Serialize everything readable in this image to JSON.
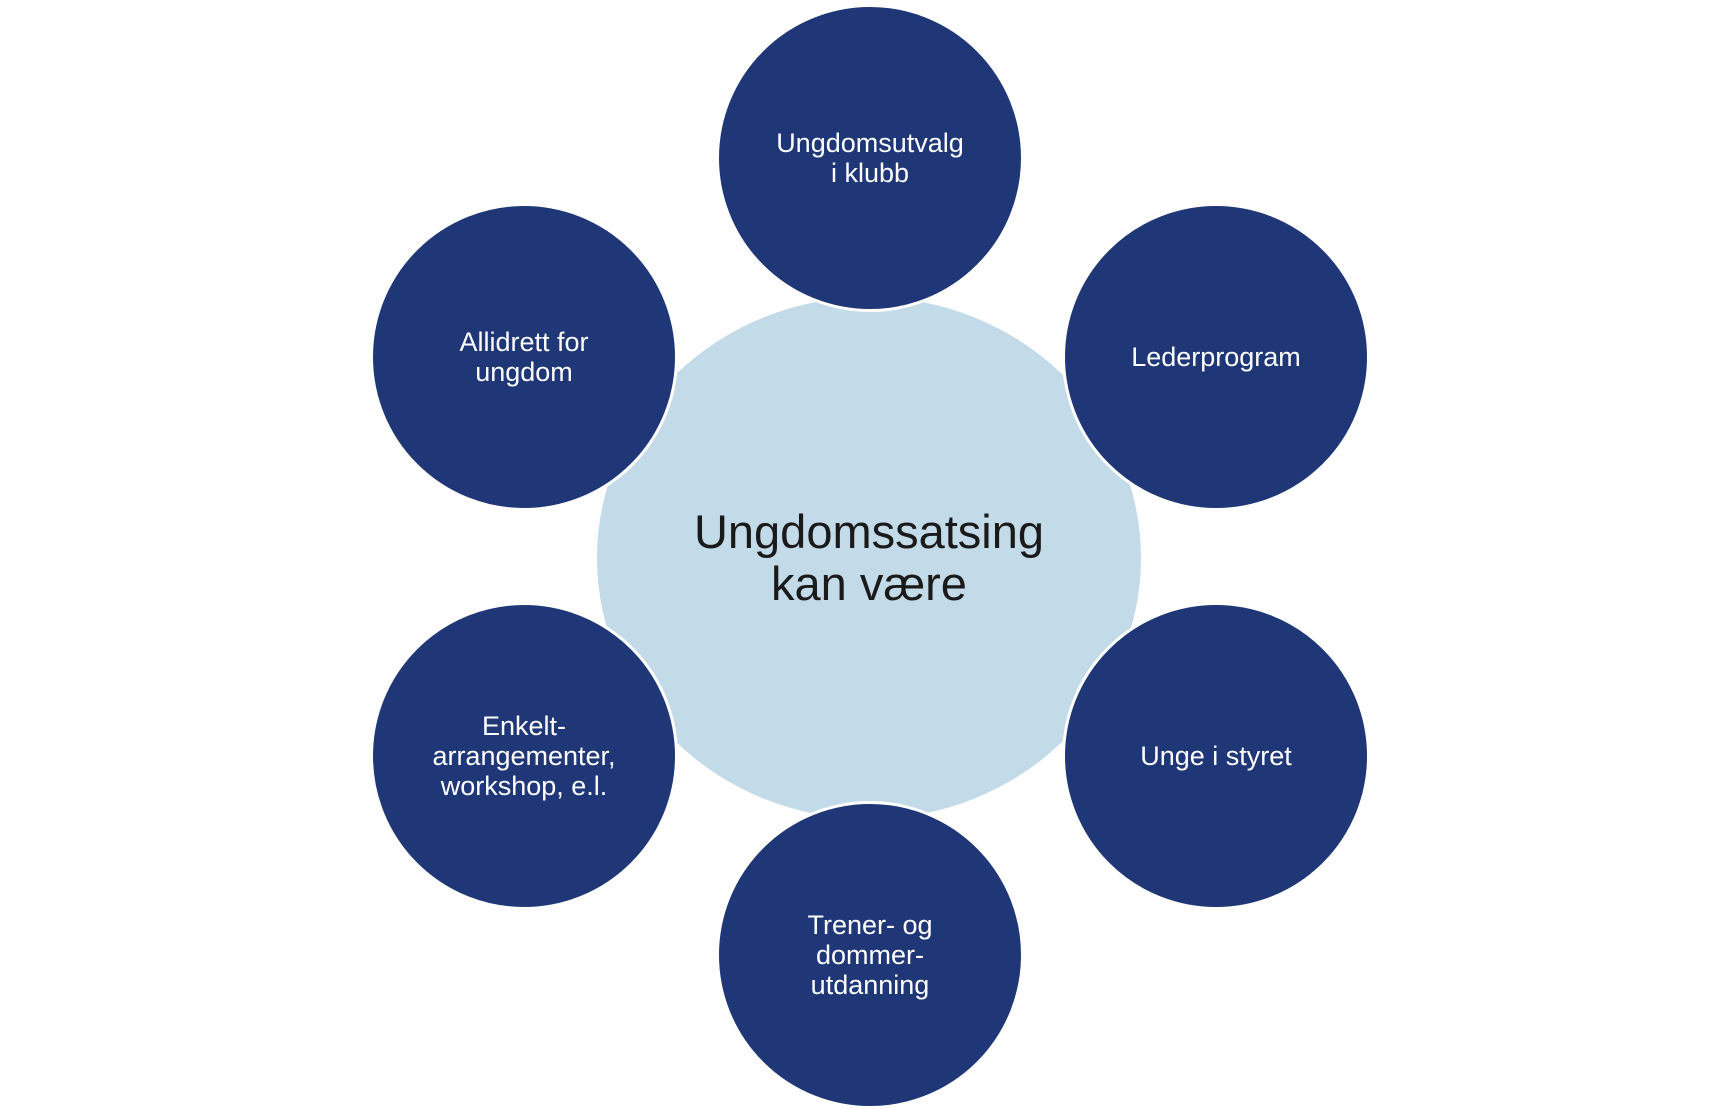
{
  "diagram": {
    "center": {
      "label": "Ungdomssatsing\nkan være",
      "color": "#c3dae9"
    },
    "satellite_color": "#1f3777",
    "satellites": [
      {
        "label": "Ungdomsutvalg\ni klubb"
      },
      {
        "label": "Lederprogram"
      },
      {
        "label": "Unge i styret"
      },
      {
        "label": "Trener- og\ndommer-\nutdanning"
      },
      {
        "label": "Enkelt-\narrangementer,\nworkshop, e.l."
      },
      {
        "label": "Allidrett for\nungdom"
      }
    ]
  }
}
